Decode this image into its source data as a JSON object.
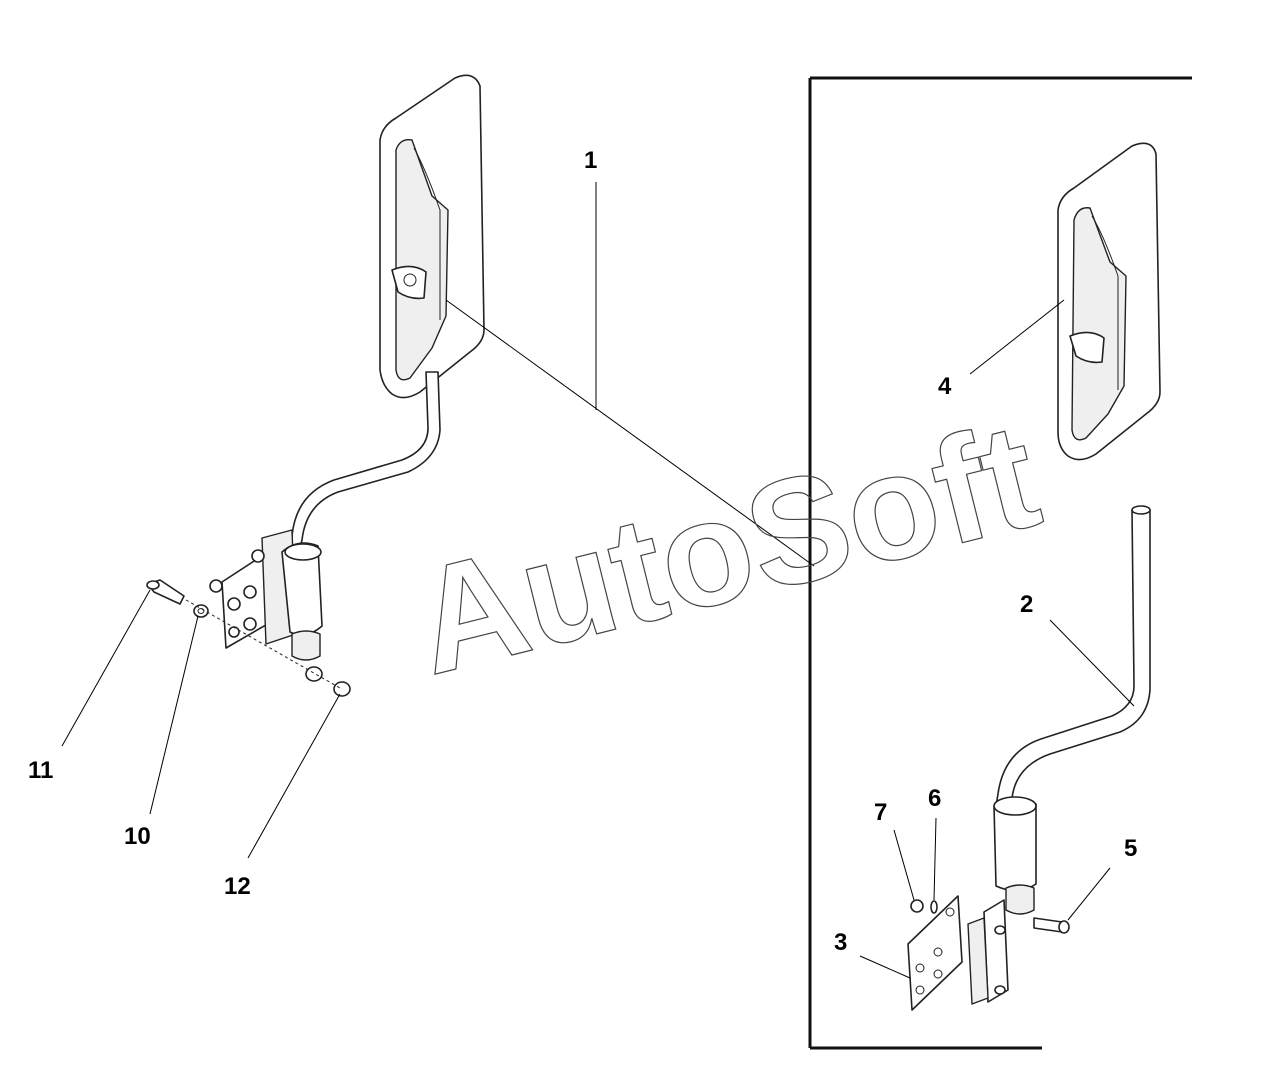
{
  "watermark": "AutoSoft",
  "callouts": {
    "c1": "1",
    "c2": "2",
    "c3": "3",
    "c4": "4",
    "c5": "5",
    "c6": "6",
    "c7": "7",
    "c10": "10",
    "c11": "11",
    "c12": "12"
  },
  "colors": {
    "line": "#222222",
    "background": "#ffffff"
  }
}
